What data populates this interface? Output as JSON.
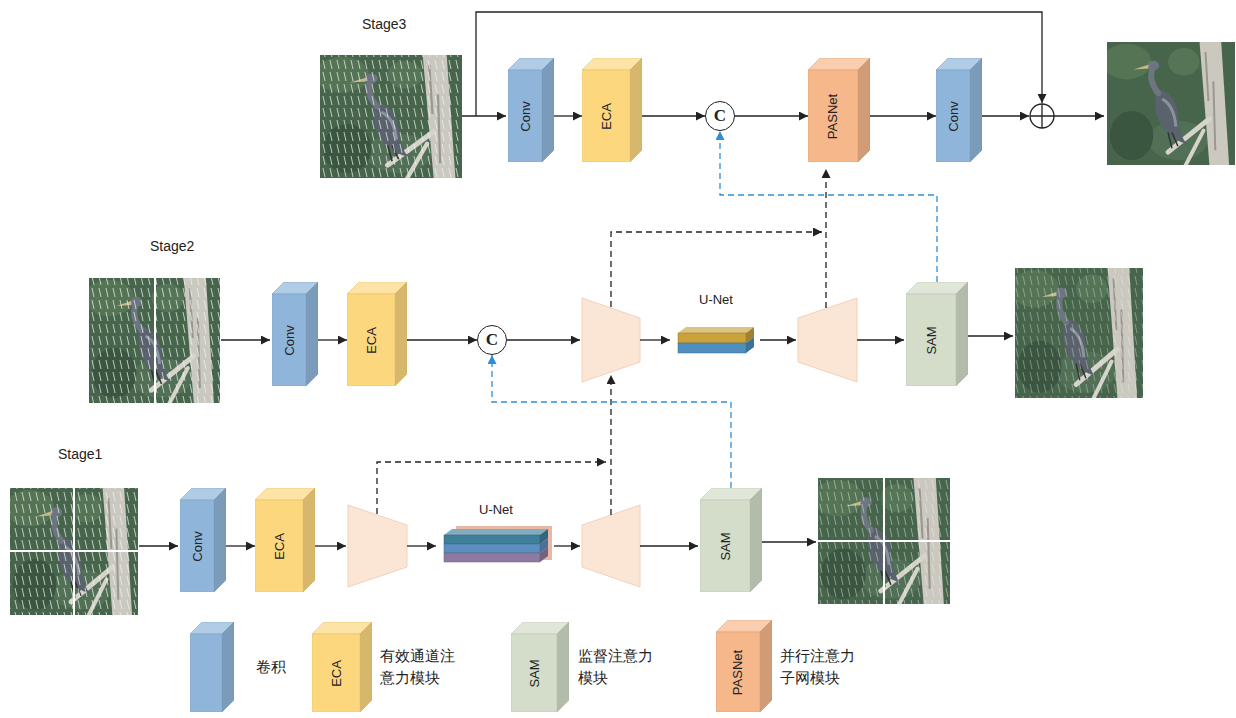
{
  "diagram": {
    "nodes": [
      {
        "text": [
          "Conv"
        ]
      },
      {
        "text": [
          "ECA"
        ]
      },
      {
        "text": [
          "C"
        ]
      },
      {
        "text": [
          "PASNet"
        ]
      },
      {
        "text": [
          "Conv"
        ]
      },
      {
        "text": [
          "Conv"
        ]
      },
      {
        "text": [
          "ECA"
        ]
      },
      {
        "text": [
          "C"
        ]
      },
      {
        "text": [
          "U-Net"
        ]
      },
      {
        "text": [
          "SAM"
        ]
      },
      {
        "text": [
          "Conv"
        ]
      },
      {
        "text": [
          "ECA"
        ]
      },
      {
        "text": [
          "U-Net"
        ]
      },
      {
        "text": [
          "SAM"
        ]
      }
    ],
    "edges": [
      {
        "from": 0,
        "to": 1,
        "arrow": "to"
      },
      {
        "from": 1,
        "to": 2,
        "arrow": "to"
      },
      {
        "from": 2,
        "to": 3,
        "arrow": "to"
      },
      {
        "from": 3,
        "to": 4,
        "arrow": "to"
      },
      {
        "from": 5,
        "to": 6,
        "arrow": "to"
      },
      {
        "from": 6,
        "to": 7,
        "arrow": "to"
      },
      {
        "from": 9,
        "to": 2,
        "arrow": "to"
      },
      {
        "from": 10,
        "to": 11,
        "arrow": "to"
      },
      {
        "from": 13,
        "to": 7,
        "arrow": "to"
      }
    ],
    "labels": [
      "Stage3",
      "Stage2",
      "Stage1",
      "ECA",
      "SAM",
      "PASNet"
    ],
    "legend": [
      {
        "text": "卷积",
        "color": "#8fb6da"
      },
      {
        "text": "有效通道注 意力模块",
        "color": "#fcd77e"
      },
      {
        "text": "监督注意力 模块",
        "color": "#d3ddc9"
      },
      {
        "text": "并行注意力 子网模块",
        "color": "#f6b78a"
      }
    ]
  }
}
